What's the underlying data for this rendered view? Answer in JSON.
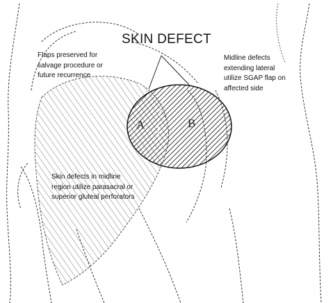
{
  "title": "SKIN DEFECT",
  "notes": {
    "flaps": [
      "Flaps preserved for",
      "salvage procedure or",
      "future recurrence"
    ],
    "midline_lateral": [
      "Midline defects",
      "extending lateral",
      "utilize SGAP flap on",
      "affected side"
    ],
    "midline": [
      "Skin defects in midline",
      "region utilize parasacral or",
      "superior gluteal perforators"
    ]
  },
  "markers": {
    "a": "A",
    "b": "B"
  }
}
